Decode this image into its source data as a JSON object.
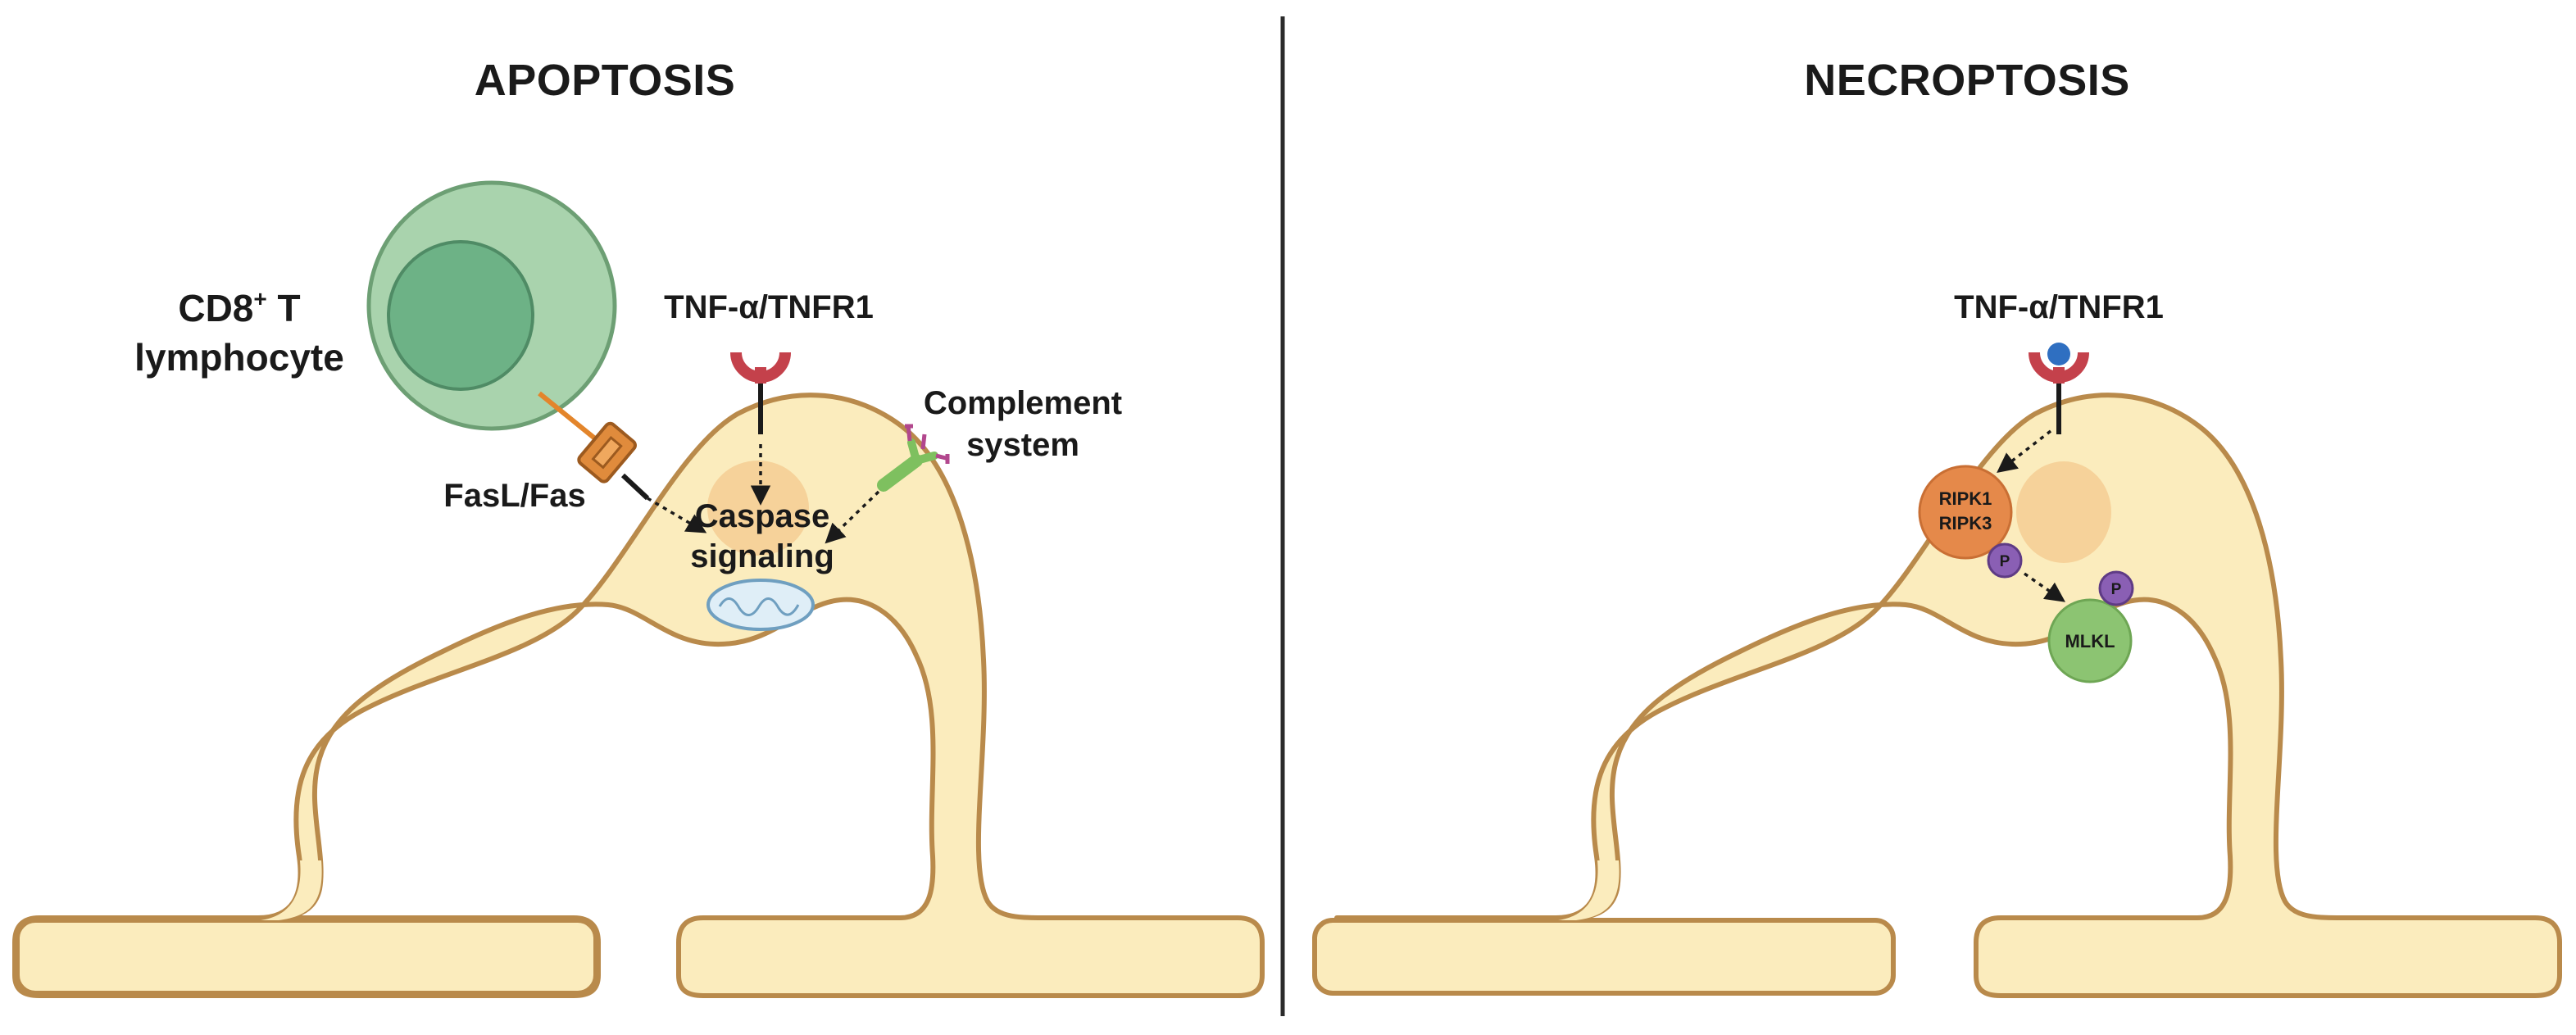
{
  "apoptosis": {
    "title": "APOPTOSIS",
    "tcell_label": {
      "line1": "CD8",
      "superscript": "+",
      "line1_suffix": " T",
      "line2": "lymphocyte"
    },
    "fas_label": "FasL/Fas",
    "tnf_label": "TNF-α/TNFR1",
    "complement_label": {
      "line1": "Complement",
      "line2": "system"
    },
    "caspase_label": {
      "line1": "Caspase",
      "line2": "signaling"
    }
  },
  "necroptosis": {
    "title": "NECROPTOSIS",
    "tnf_label": "TNF-α/TNFR1",
    "ripk_label": {
      "line1": "RIPK1",
      "line2": "RIPK3"
    },
    "phospho_label": "P",
    "mlkl_label": "MLKL"
  }
}
